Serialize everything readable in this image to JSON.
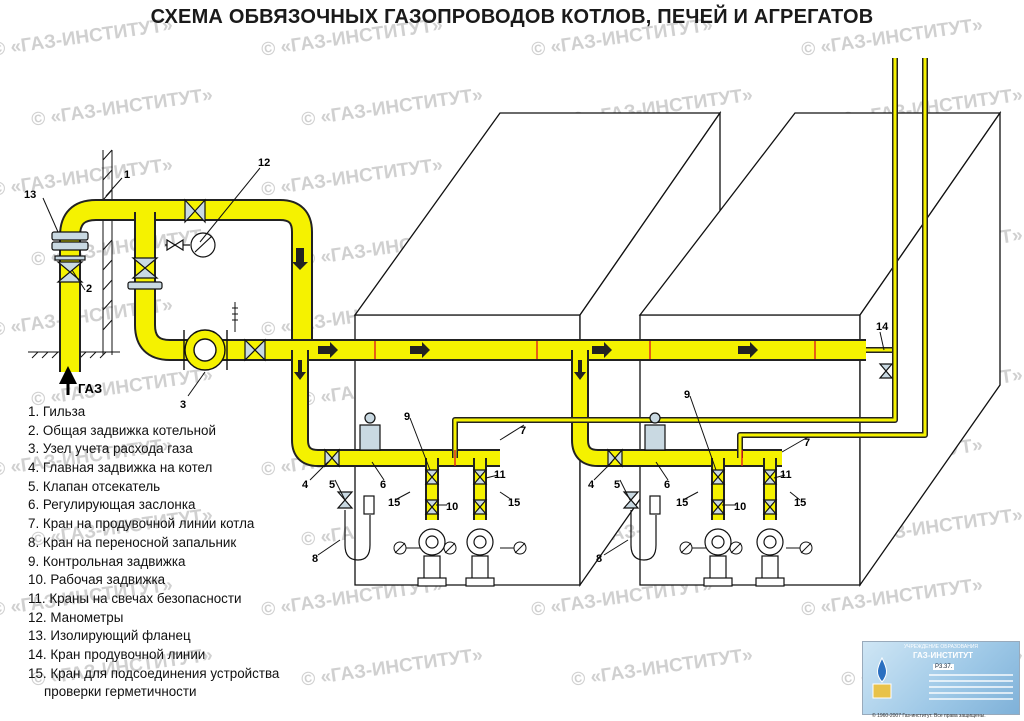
{
  "title": "СХЕМА ОБВЯЗОЧНЫХ ГАЗОПРОВОДОВ КОТЛОВ, ПЕЧЕЙ И АГРЕГАТОВ",
  "watermark": "© «ГАЗ-ИНСТИТУТ»",
  "gas_inlet_label": "ГАЗ",
  "colors": {
    "pipe": "#f5f200",
    "pipe_outline": "#222222",
    "line": "#111111",
    "flange": "#c9d9e2"
  },
  "legend": [
    "1. Гильза",
    "2. Общая задвижка котельной",
    "3. Узел учета расхода газа",
    "4. Главная задвижка на котел",
    "5. Клапан отсекатель",
    "6. Регулирующая заслонка",
    "7. Кран на продувочной линии котла",
    "8. Кран на переносной запальник",
    "9. Контрольная задвижка",
    "10. Рабочая задвижка",
    "11. Краны на свечах безопасности",
    "12. Манометры",
    "13. Изолирующий фланец",
    "14. Кран продувочной линии",
    "15. Кран для подсоединения устройства",
    "проверки герметичности"
  ],
  "callouts": [
    "1",
    "2",
    "3",
    "4",
    "5",
    "6",
    "7",
    "8",
    "9",
    "10",
    "11",
    "12",
    "13",
    "14",
    "15"
  ],
  "plaque": {
    "org": "УЧРЕЖДЕНИЕ ОБРАЗОВАНИЯ",
    "name": "ГАЗ-ИНСТИТУТ",
    "code": "Р3.37.",
    "copyright": "© 1960-2007 Газ-институт. Все права защищены."
  }
}
